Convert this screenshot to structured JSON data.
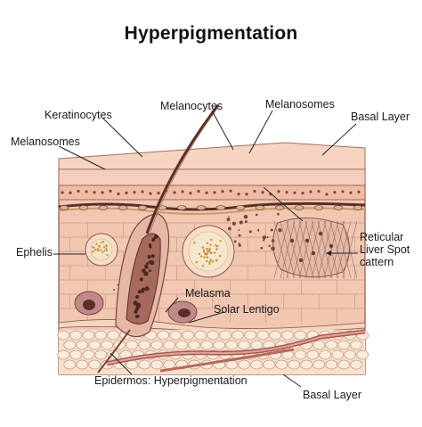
{
  "title": "Hyperpigmentation",
  "labels": {
    "keratinocytes": "Keratinocytes",
    "melanocytes": "Melanocytes",
    "melanosomes_top": "Melanosomes",
    "basal_layer_top": "Basal Layer",
    "melanosomes_left": "Melanosomes",
    "ephelis": "Ephelis",
    "reticular_line1": "Reticular",
    "reticular_line2": "Liver Spot",
    "reticular_line3": "cattern",
    "melasma": "Melasma",
    "solar_lentigo": "Solar Lentigo",
    "epidermos": "Epidermos: Hyperpigmentation",
    "basal_layer_bottom": "Basal Layer"
  },
  "colors": {
    "surface": "#f3c9b3",
    "epidermis": "#f0c3ae",
    "dermis": "#f4d2c0",
    "fat": "#f7e1cf",
    "melanin_dark": "#5a2f26",
    "pigment_gold": "#d9a64a",
    "outline": "#8a5748"
  }
}
